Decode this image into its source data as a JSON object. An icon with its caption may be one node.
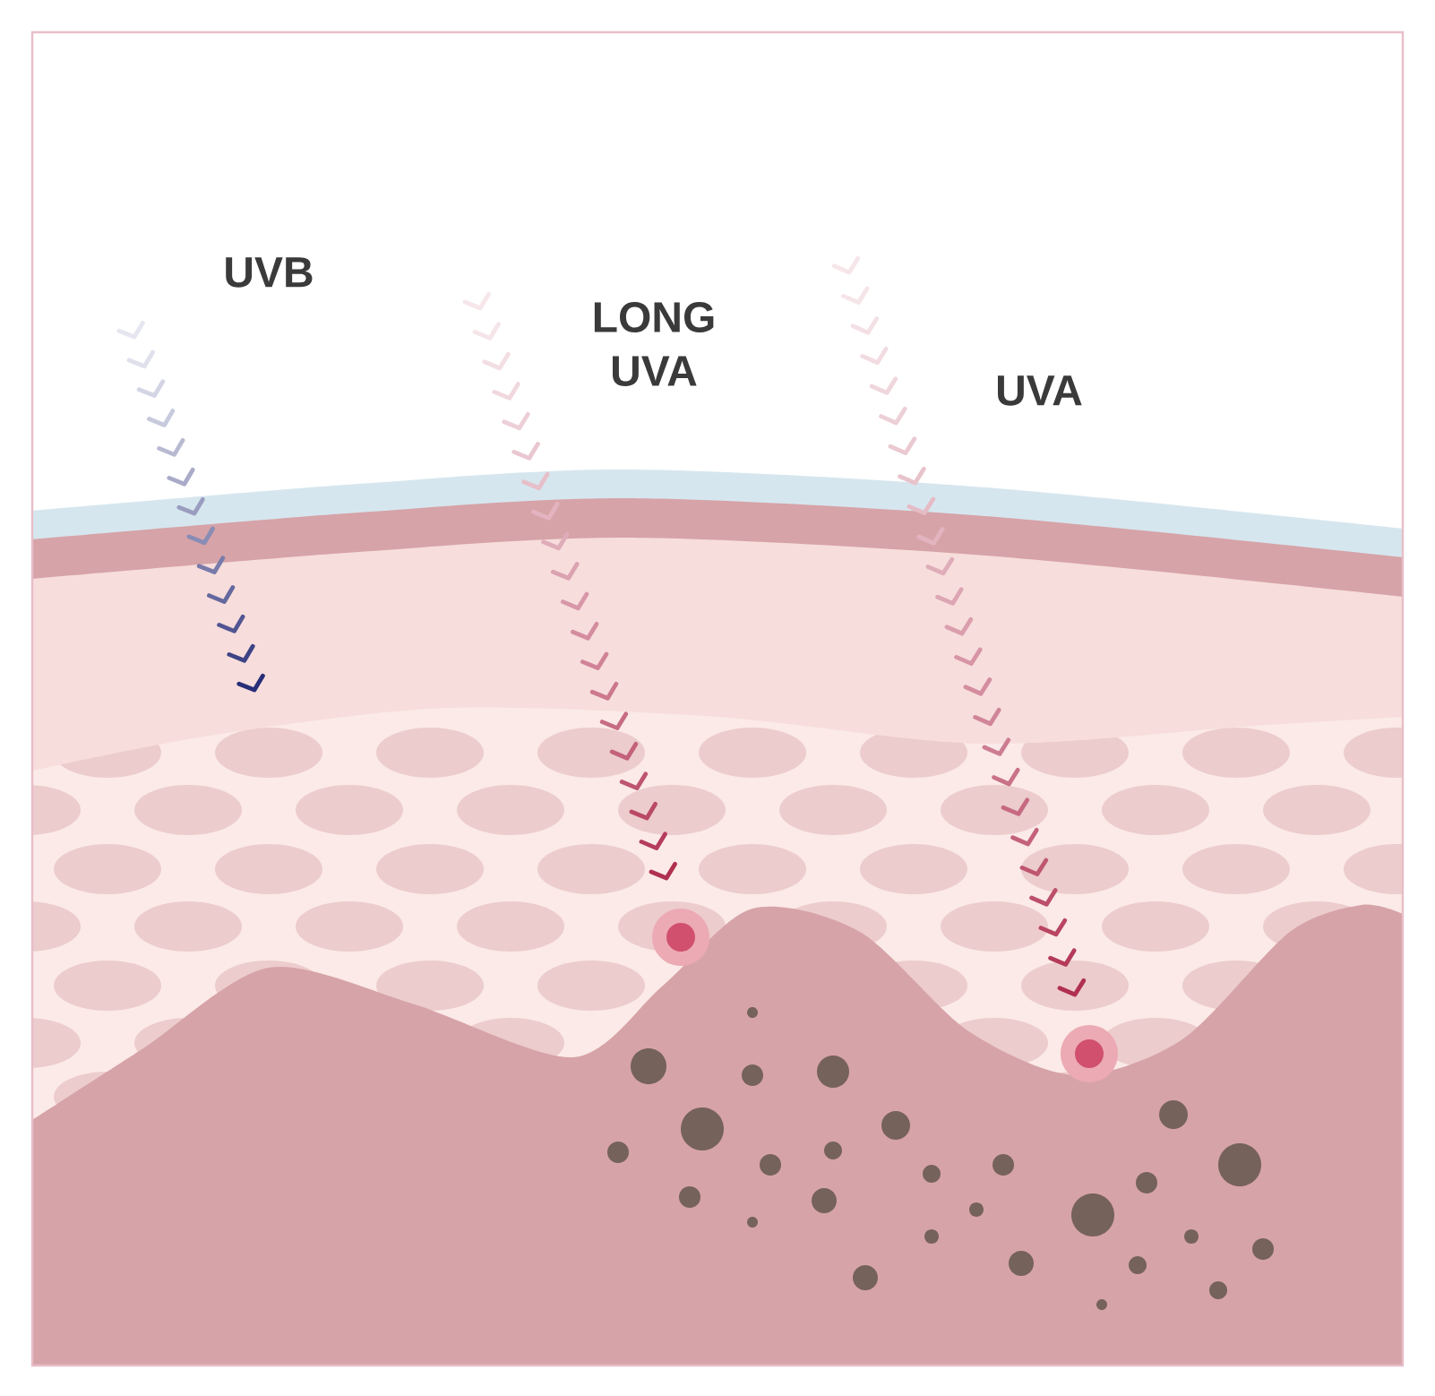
{
  "diagram": {
    "labels": [
      "UVB",
      "LONG UVA",
      "UVA"
    ]
  }
}
